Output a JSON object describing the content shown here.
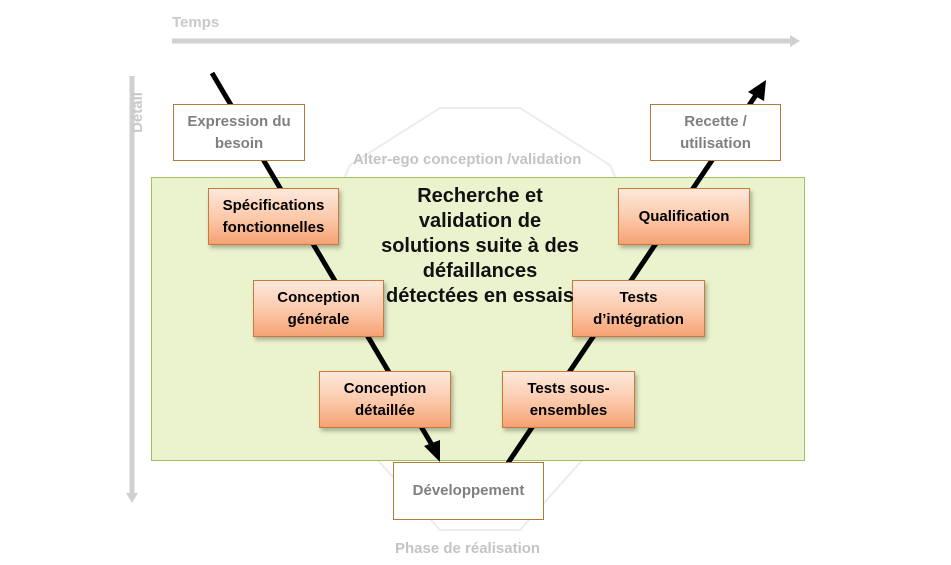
{
  "labels": {
    "time_axis": "Temps",
    "detail_axis": "Détail",
    "alter_ego": "Alter-ego conception /validation",
    "phase": "Phase de réalisation"
  },
  "boxes": {
    "expression": "Expression du besoin",
    "recette": "Recette / utilisation",
    "specifications": "Spécifications fonctionnelles",
    "qualification": "Qualification",
    "conception_generale": "Conception générale",
    "tests_integration": "Tests d’intégration",
    "conception_detaillee": "Conception détaillée",
    "tests_sous_ensembles": "Tests sous-ensembles",
    "developpement": "Développement"
  },
  "center_text": "Recherche et validation de solutions suite à des défaillances détectées en essais",
  "colors": {
    "green_fill": "#eaf3cd",
    "green_border": "#a2c05c",
    "orange_box": "#fbc7a8",
    "axis_gray": "#c9c9c9"
  }
}
